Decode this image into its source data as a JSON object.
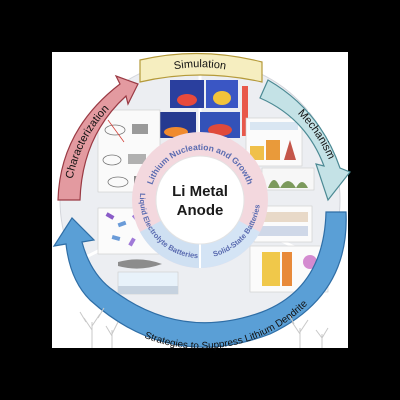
{
  "center": {
    "title_line1": "Li Metal",
    "title_line2": "Anode"
  },
  "inner_ring": {
    "top": "Lithium Nucleation and Growth",
    "bottom_left": "Liquid Electrolyte Batteries",
    "bottom_right": "Solid-State Batteries"
  },
  "outer_sections": {
    "simulation": "Simulation",
    "mechanism": "Mechanism",
    "characterization": "Characterization",
    "strategies": "Strategies to Suppress Lithium Dendrite"
  },
  "colors": {
    "simulation_banner": "#f6eec0",
    "mechanism_banner": "#c4e2e6",
    "characterization_banner": "#e39aa0",
    "strategies_arrow": "#5a9fd6",
    "outer_ring": "#e6e8ee",
    "inner_ring": "#f1d6dc",
    "center": "#ffffff"
  },
  "icons": {
    "trees": "bare-tree-icon"
  }
}
